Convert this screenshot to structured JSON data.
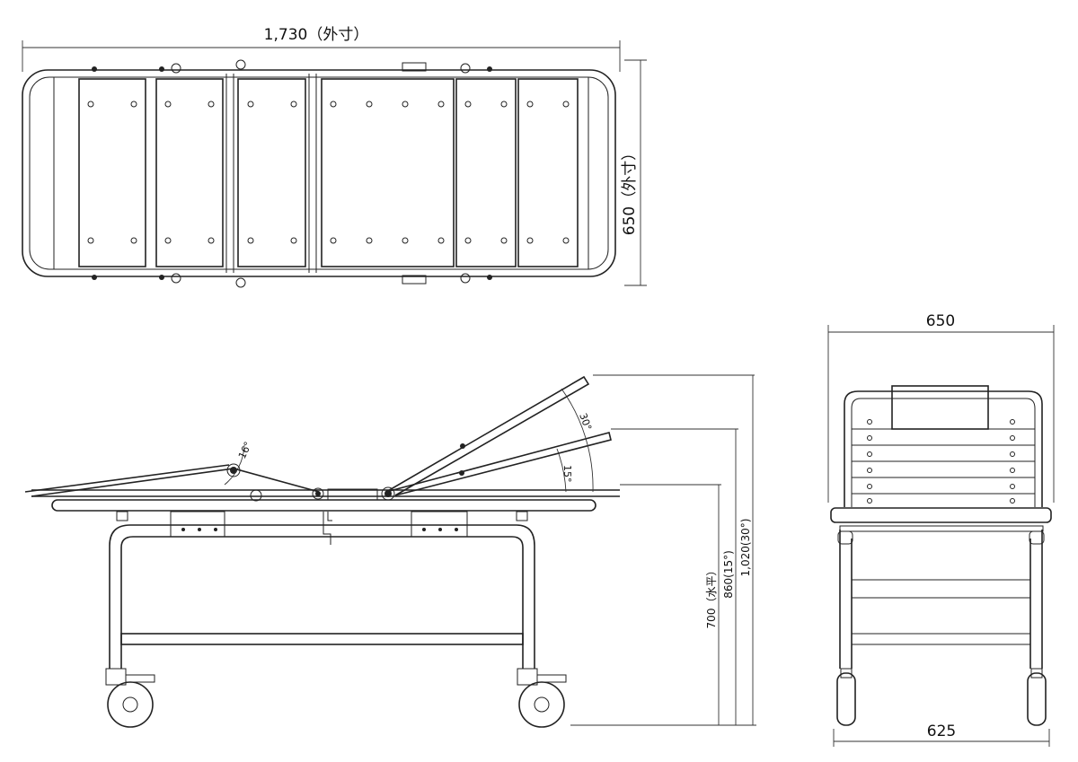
{
  "title": "Stretcher trolley dimension drawing",
  "top_view": {
    "length_label": "1,730（外寸）",
    "width_label": "650（外寸）"
  },
  "side_view": {
    "angle_leg": "16°",
    "angle_back_high": "30°",
    "angle_back_low": "15°",
    "height_flat": "700（水平）",
    "height_15": "860(15°)",
    "height_30": "1,020(30°)"
  },
  "front_view": {
    "top_width": "650",
    "wheel_width": "625"
  },
  "colors": {
    "line": "#222222",
    "background": "#ffffff"
  }
}
